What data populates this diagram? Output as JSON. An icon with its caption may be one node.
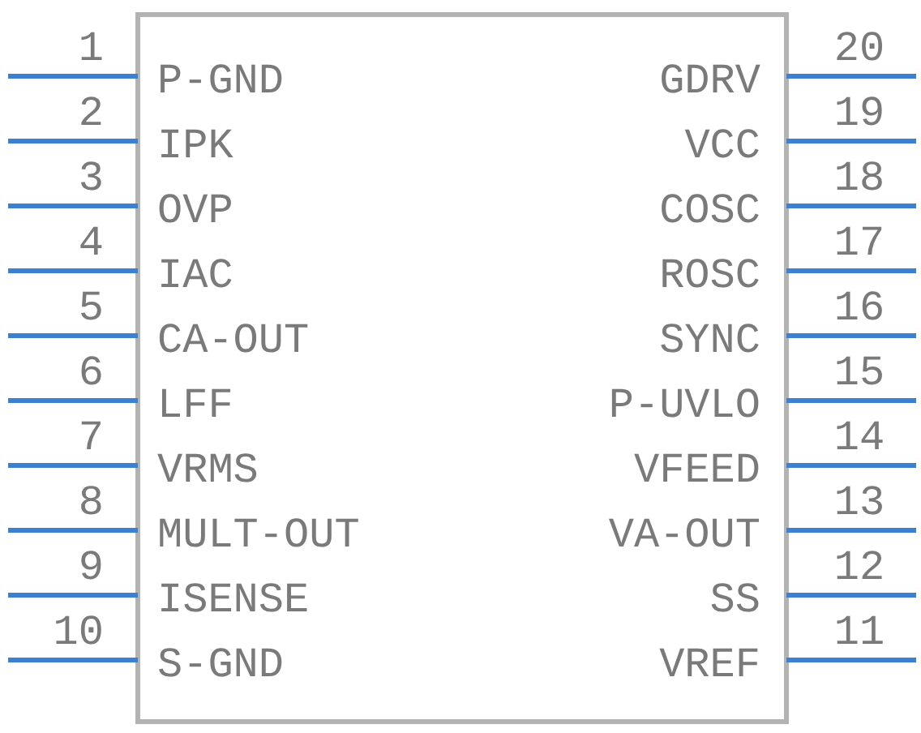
{
  "diagram": {
    "labels": [
      "1",
      "20",
      "P-GND",
      "GDRV",
      "2",
      "19",
      "IPK",
      "VCC",
      "3",
      "18",
      "OVP",
      "COSC",
      "4",
      "17",
      "IAC",
      "ROSC",
      "5",
      "16",
      "CA-OUT",
      "SYNC",
      "6",
      "15",
      "LFF",
      "P-UVLO",
      "7",
      "14",
      "VRMS",
      "VFEED",
      "8",
      "13",
      "MULT-OUT",
      "VA-OUT",
      "9",
      "12",
      "ISENSE",
      "SS",
      "10",
      "11",
      "S-GND",
      "VREF"
    ]
  }
}
